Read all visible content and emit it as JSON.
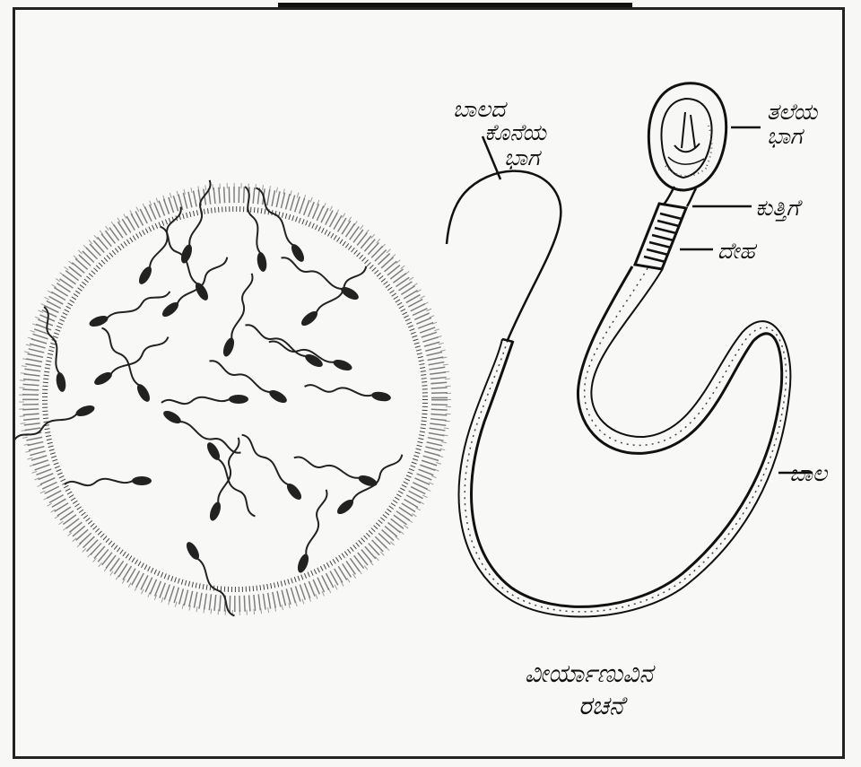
{
  "labels": {
    "tail_end": [
      "ಬಾಲದ",
      "ಕೊನೆಯ",
      "ಭಾಗ"
    ],
    "head": [
      "ತಲೆಯ",
      "ಭಾಗ"
    ],
    "neck": "ಕುತ್ತಿಗೆ",
    "body": "ದೇಹ",
    "tail": "ಬಾಲ"
  },
  "caption": [
    "ವೀರ್ಯಾಣುವಿನ",
    "ರಚನೆ"
  ]
}
